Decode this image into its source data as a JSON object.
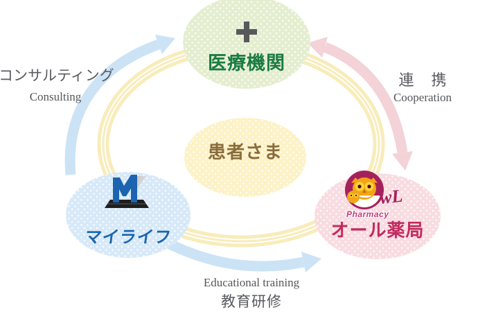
{
  "diagram": {
    "center_node": {
      "label": "患者さま"
    },
    "nodes": {
      "medical": {
        "label": "医療機関",
        "fill": "#e4eecf",
        "text_color": "#1b7c42",
        "icon": "medical-cross"
      },
      "mylife": {
        "label": "マイライフ",
        "fill": "#d7e9f8",
        "text_color": "#1b66af",
        "logo": "ML monogram"
      },
      "pharmacy": {
        "label": "オール薬局",
        "fill": "#f8dce1",
        "text_color": "#c22a60",
        "logo": "owl",
        "logo_wl_text": "wL",
        "logo_pharmacy_text": "Pharmacy"
      },
      "patient_fill": "#fcf2c6",
      "patient_text_color": "#8a6c3c"
    },
    "relations": {
      "consulting": {
        "jp": "コンサルティング",
        "en": "Consulting"
      },
      "cooperation": {
        "jp": "連 携",
        "en": "Cooperation"
      },
      "training": {
        "jp": "教育研修",
        "en": "Educational training"
      }
    },
    "colors": {
      "ring": "#f8ecba",
      "arrow_blue": "#cbe3f5",
      "arrow_pink": "#f3d2d8",
      "cross_gray": "#58595b",
      "label_gray": "#595b5f",
      "ml_blue": "#1d64b0",
      "ml_black": "#1e1e1e",
      "ml_silver": "#c9c9c9",
      "owl_magenta": "#a5215c",
      "owl_orange": "#f2a515",
      "owl_yellow": "#fdd23a",
      "pharmacy_pink": "#c43a78"
    }
  }
}
